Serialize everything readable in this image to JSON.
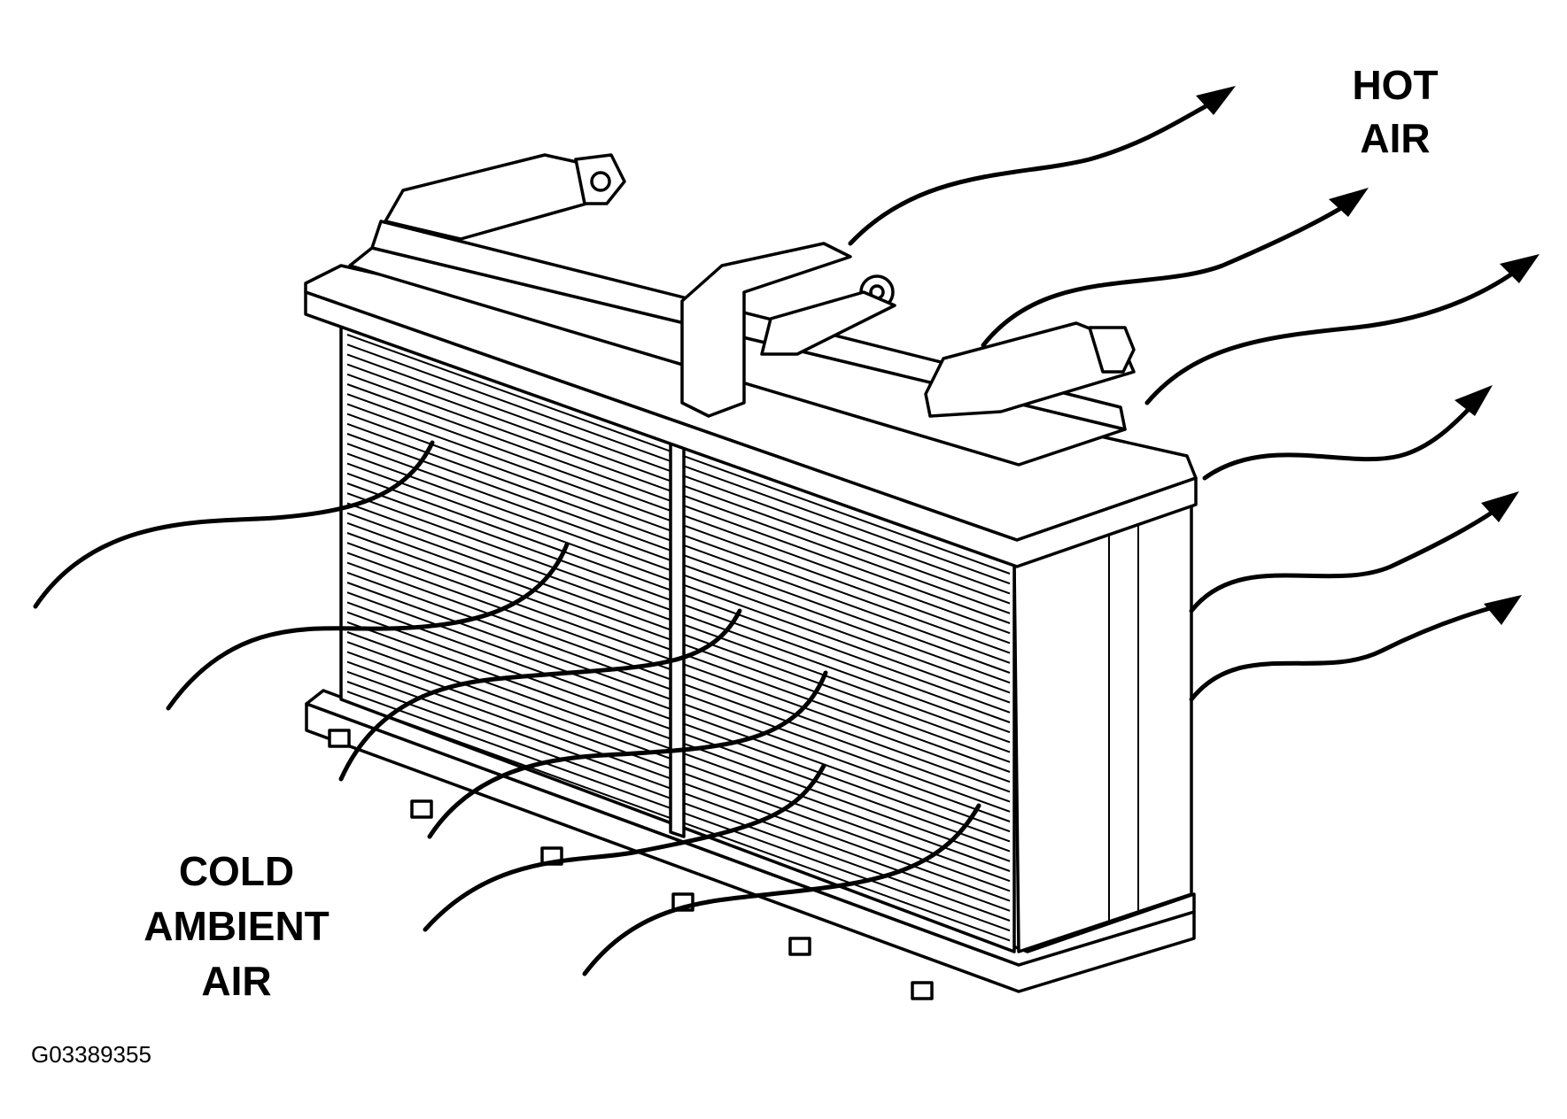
{
  "labels": {
    "hot_air_line1": "HOT",
    "hot_air_line2": "AIR",
    "cold_line1": "COLD",
    "cold_line2": "AMBIENT",
    "cold_line3": "AIR"
  },
  "figure_id": "G03389355",
  "colors": {
    "ink": "#000000",
    "paper": "#ffffff"
  }
}
